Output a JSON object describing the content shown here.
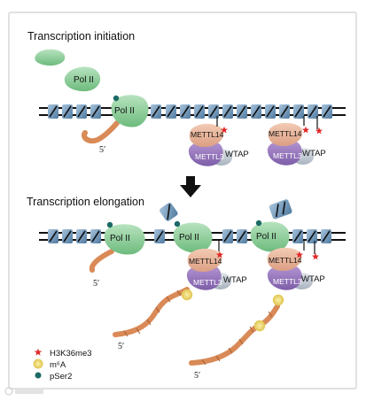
{
  "panels": {
    "initiation_title": "Transcription initiation",
    "elongation_title": "Transcription elongation"
  },
  "labels": {
    "pol2": "Pol II",
    "mettl14": "METTL14",
    "mettl3": "METTL3",
    "wtap": "WTAP",
    "five_prime": "5′"
  },
  "legend": {
    "h3k36me3": "H3K36me3",
    "m6a": "m⁶A",
    "pser2": "pSer2"
  },
  "colors": {
    "pol2": "#8ed09a",
    "mettl14": "#e8b49a",
    "mettl3": "#9d7dbf",
    "wtap": "#c4ccd6",
    "rna": "#d98a57",
    "m6a": "#ecd66c",
    "pser2": "#1c6a66",
    "star": "#e02a2a",
    "nucleosome": "#6f95b7"
  },
  "icons": {
    "arrow": "down-arrow-icon",
    "h3k36me3": "star-icon",
    "m6a": "circle-icon",
    "pser2": "dot-icon"
  }
}
